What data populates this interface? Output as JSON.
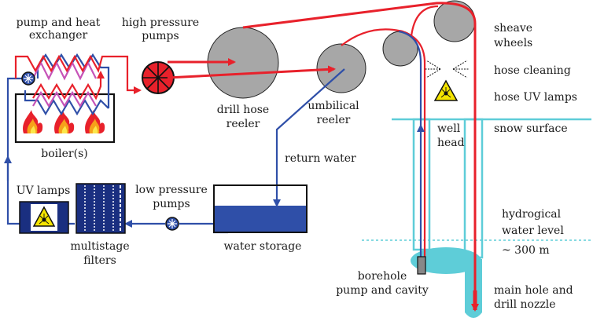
{
  "labels": {
    "pump_heat_line1": "pump and heat",
    "pump_heat_line2": "exchanger",
    "high_pressure_line1": "high pressure",
    "high_pressure_line2": "pumps",
    "drill_hose_line1": "drill hose",
    "drill_hose_line2": "reeler",
    "umbilical_line1": "umbilical",
    "umbilical_line2": "reeler",
    "sheave_line1": "sheave",
    "sheave_line2": "wheels",
    "hose_cleaning": "hose cleaning",
    "hose_uv": "hose UV lamps",
    "snow_surface": "snow surface",
    "well_head_line1": "well",
    "well_head_line2": "head",
    "return_water": "return water",
    "boilers": "boiler(s)",
    "uv_lamps": "UV lamps",
    "low_pressure_line1": "low pressure",
    "low_pressure_line2": "pumps",
    "multistage_line1": "multistage",
    "multistage_line2": "filters",
    "water_storage": "water storage",
    "hydrogical_line1": "hydrogical",
    "hydrogical_line2": "water level",
    "depth": "~ 300 m",
    "borehole_line1": "borehole",
    "borehole_line2": "pump and cavity",
    "main_hole_line1": "main hole and",
    "main_hole_line2": "drill nozzle"
  },
  "icons": {
    "flame": "flame-icon",
    "uv_warning": "uv-warning-icon",
    "pump": "pump-icon",
    "high_pressure_pump": "high-pressure-pump-icon",
    "spray": "spray-icon"
  },
  "colors": {
    "hot_water": "#e8212b",
    "cold_water": "#2f4fa8",
    "heat_exchanger": "#c653b8",
    "borehole": "#5ecdd8",
    "reel_grey": "#a7a7a7",
    "uv_yellow": "#f4e400",
    "storage_water": "#2f4fa8"
  }
}
